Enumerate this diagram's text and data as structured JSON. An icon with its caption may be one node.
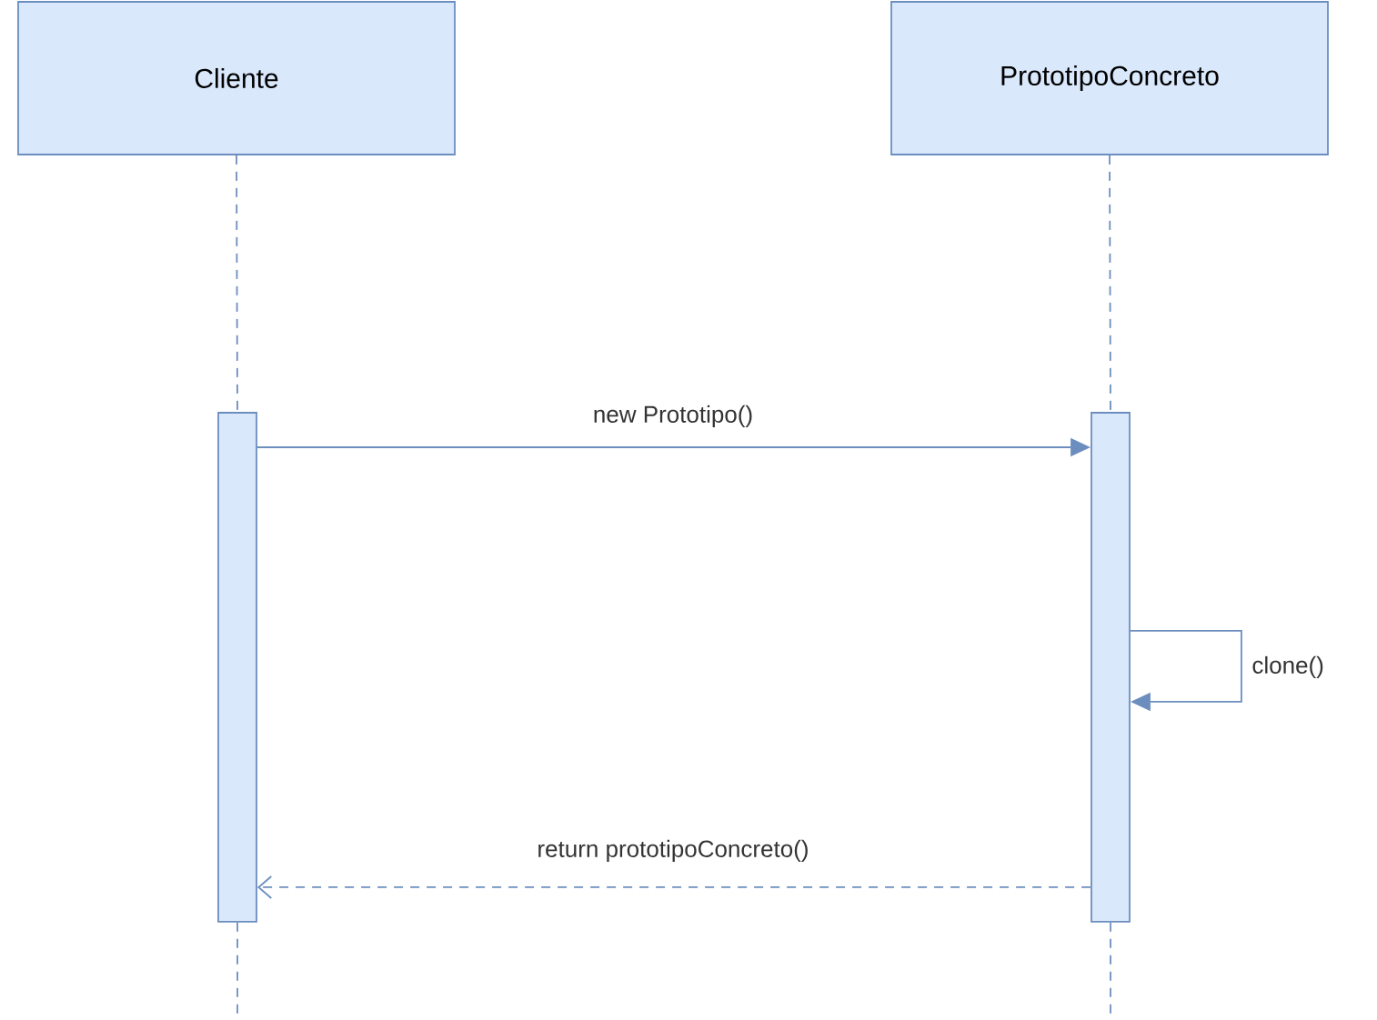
{
  "diagram": {
    "nodes": [
      {
        "text": [
          "Cliente"
        ]
      },
      {
        "text": [
          "PrototipoConcreto"
        ]
      },
      {
        "text": [],
        "shape": "bar"
      },
      {
        "text": [],
        "shape": "bar"
      }
    ],
    "edges": [
      {
        "from": 0,
        "to": 2,
        "arrow": "none",
        "style": "dashed"
      },
      {
        "from": 1,
        "to": 3,
        "arrow": "none",
        "style": "dashed"
      },
      {
        "from": 2,
        "to": 3,
        "arrow": "to",
        "label": "new Prototipo()"
      },
      {
        "from": 3,
        "to": 3,
        "arrow": "to",
        "label": "clone()"
      },
      {
        "from": 3,
        "to": 2,
        "arrow": "to",
        "label": "return prototipoConcreto()",
        "style": "dashed"
      },
      {
        "from": 2,
        "to": null,
        "arrow": "none",
        "style": "dashed"
      },
      {
        "from": 3,
        "to": null,
        "arrow": "none",
        "style": "dashed"
      }
    ]
  }
}
